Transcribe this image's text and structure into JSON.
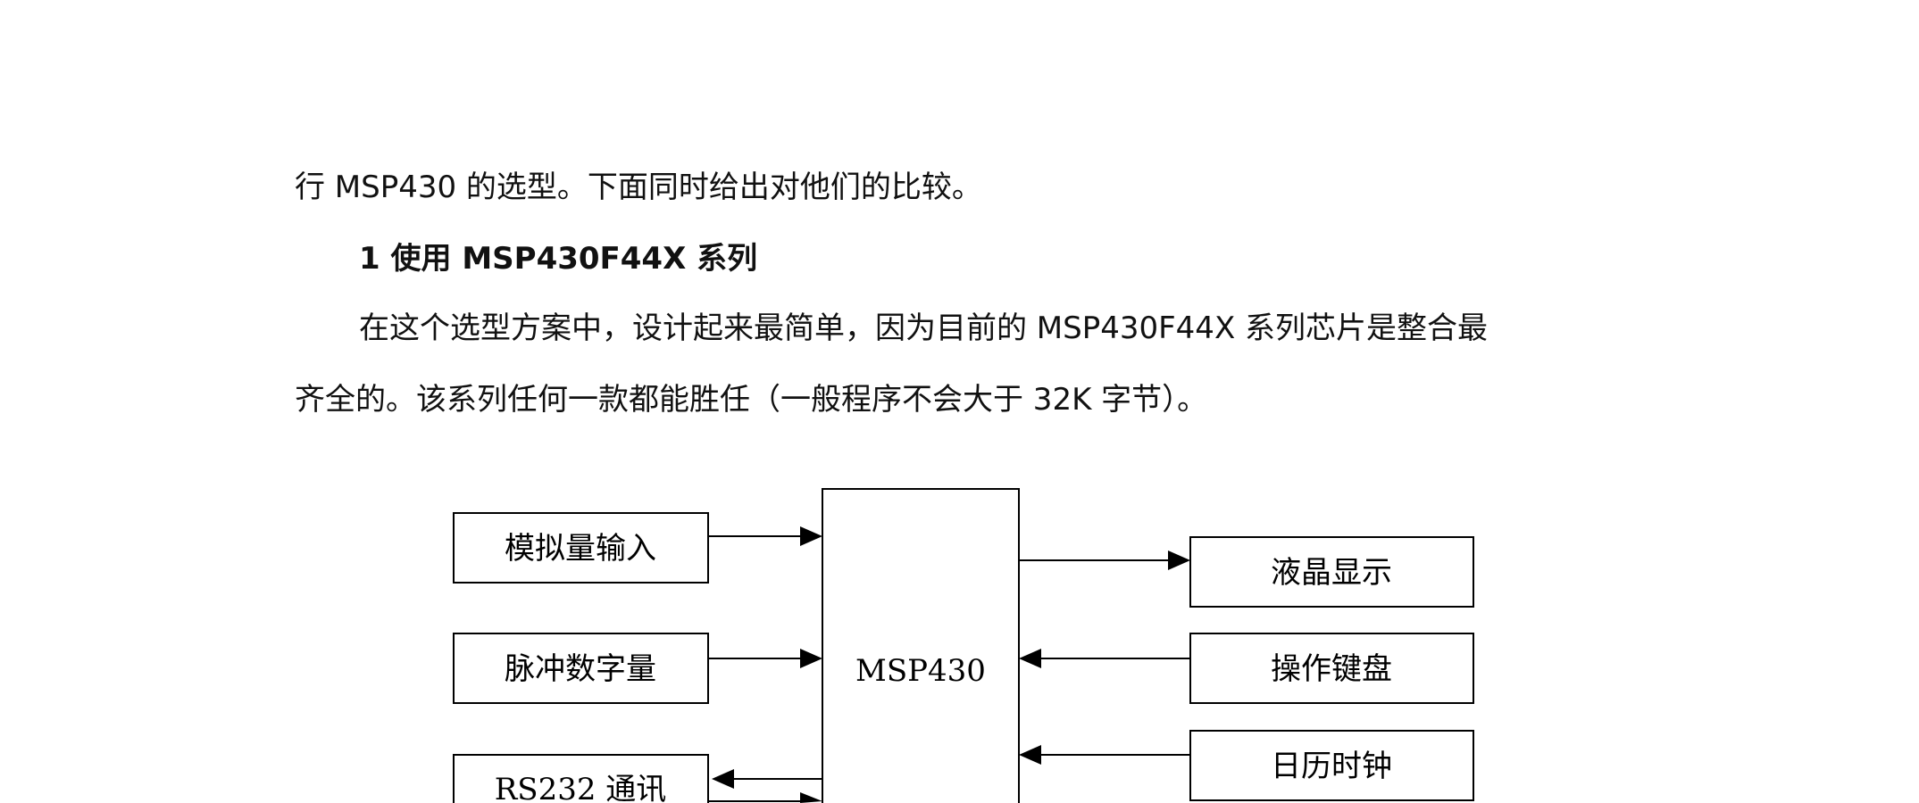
{
  "document": {
    "line1": "行 MSP430 的选型。下面同时给出对他们的比较。",
    "heading": "1 使用 MSP430F44X 系列",
    "line3": "在这个选型方案中，设计起来最简单，因为目前的 MSP430F44X 系列芯片是整合最",
    "line4": "齐全的。该系列任何一款都能胜任（一般程序不会大于 32K 字节）。"
  },
  "diagram": {
    "center_label": "MSP430",
    "left_blocks": {
      "analog_input": "模拟量输入",
      "pulse_digital": "脉冲数字量",
      "rs232": "RS232 通讯"
    },
    "right_blocks": {
      "lcd": "液晶显示",
      "keyboard": "操作键盘",
      "calendar_clock": "日历时钟"
    }
  }
}
